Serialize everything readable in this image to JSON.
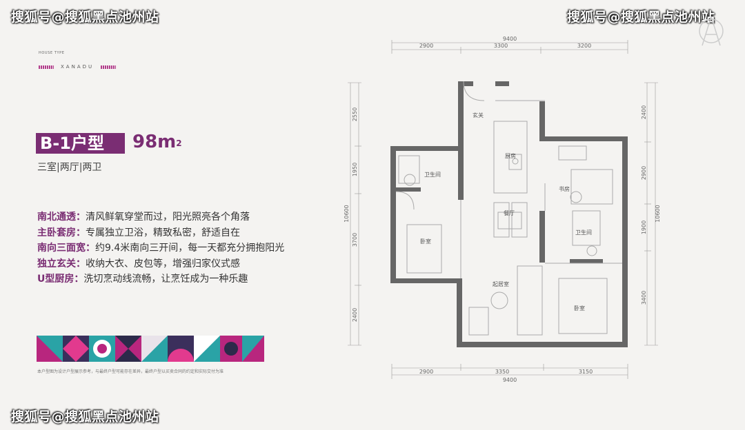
{
  "watermark": "搜狐号@搜狐黑点池州站",
  "house_type_label": "HOUSE TYPE",
  "brand": "XANADU",
  "unit_type": "B-1户型",
  "area": "98m",
  "area_sup": "2",
  "rooms": "三室|两厅|两卫",
  "features": [
    {
      "key": "南北通透：",
      "text": "清风鲜氧穿堂而过，阳光照亮各个角落"
    },
    {
      "key": "主卧套房：",
      "text": "专属独立卫浴，精致私密，舒适自在"
    },
    {
      "key": "南向三面宽：",
      "text": "约9.4米南向三开间，每一天都充分拥抱阳光"
    },
    {
      "key": "独立玄关：",
      "text": "收纳大衣、皮包等，增强归家仪式感"
    },
    {
      "key": "U型厨房：",
      "text": "洗切烹动线流畅，让烹饪成为一种乐趣"
    }
  ],
  "footnote": "本户型图为设计户型展示参考，与最终户型可能存在差异，最终户型以买卖合同的约定和实际交付为准",
  "plan": {
    "top_total": "9400",
    "top_dims": [
      "2900",
      "3300",
      "3200"
    ],
    "bottom_dims": [
      "2900",
      "3350",
      "3150"
    ],
    "bottom_total": "9400",
    "left_dims": [
      "2550",
      "1950",
      "3700",
      "2400"
    ],
    "left_total": "10600",
    "right_dims": [
      "2400",
      "2900",
      "1900",
      "3400"
    ],
    "right_total": "10600",
    "rooms": {
      "entry": "玄关",
      "kitchen": "厨房",
      "bath1": "卫生间",
      "study": "书房",
      "dining": "餐厅",
      "bedroom1": "卧室",
      "bath2": "卫生间",
      "living": "起居室",
      "bedroom2": "卧室"
    }
  },
  "colors": {
    "brand_purple": "#7a2d73",
    "wall": "#666666",
    "teal": "#2aa3a6",
    "magenta": "#b8267e"
  }
}
